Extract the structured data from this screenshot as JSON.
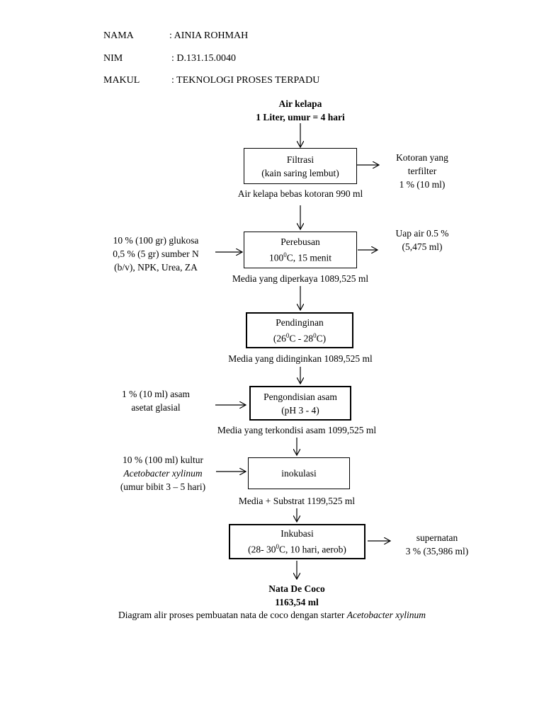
{
  "header": {
    "nama_label": "NAMA",
    "nama_value": ": AINIA ROHMAH",
    "nim_label": "NIM",
    "nim_value": ": D.131.15.0040",
    "makul_label": "MAKUL",
    "makul_value": ": TEKNOLOGI PROSES TERPADU"
  },
  "start": {
    "line1": "Air kelapa",
    "line2": "1 Liter, umur = 4 hari"
  },
  "steps": {
    "filtrasi": {
      "line1": "Filtrasi",
      "line2": "(kain saring lembut)",
      "output": "Air kelapa bebas kotoran 990 ml"
    },
    "perebusan": {
      "line1": "Perebusan",
      "line2_pre": "100",
      "line2_sup": "0",
      "line2_post": "C, 15 menit",
      "output": "Media yang diperkaya  1089,525 ml"
    },
    "pendinginan": {
      "line1": "Pendinginan",
      "line2_a": "(26",
      "line2_sup1": "0",
      "line2_b": "C - 28",
      "line2_sup2": "0",
      "line2_c": "C)",
      "output": "Media yang didinginkan 1089,525 ml"
    },
    "pengondisian": {
      "line1": "Pengondisian asam",
      "line2": "(pH 3 - 4)",
      "output": "Media yang terkondisi asam 1099,525 ml"
    },
    "inokulasi": {
      "line1": "inokulasi",
      "output": "Media + Substrat  1199,525 ml"
    },
    "inkubasi": {
      "line1": "Inkubasi",
      "line2_a": "(28- 30",
      "line2_sup": "0",
      "line2_b": "C, 10 hari, aerob)"
    }
  },
  "side_outputs": {
    "kotoran": {
      "line1": "Kotoran yang",
      "line2": "terfilter",
      "line3": "1 % (10 ml)"
    },
    "uap_air": {
      "line1": "Uap air 0.5 %",
      "line2": "(5,475 ml)"
    },
    "supernatan": {
      "line1": "supernatan",
      "line2": "3 % (35,986 ml)"
    }
  },
  "side_inputs": {
    "glukosa": {
      "line1": "10 % (100 gr) glukosa",
      "line2": "0,5 % (5 gr) sumber N",
      "line3": "(b/v), NPK, Urea, ZA"
    },
    "asam": {
      "line1": "1 % (10 ml) asam",
      "line2": "asetat glasial"
    },
    "kultur": {
      "line1": "10 % (100 ml) kultur",
      "line2": "Acetobacter xylinum",
      "line3": "(umur bibit 3 – 5 hari)"
    }
  },
  "end": {
    "line1": "Nata De Coco",
    "line2": "1163,54 ml"
  },
  "caption": {
    "text": "Diagram alir proses pembuatan nata de coco dengan starter ",
    "italic": "Acetobacter xylinum"
  }
}
